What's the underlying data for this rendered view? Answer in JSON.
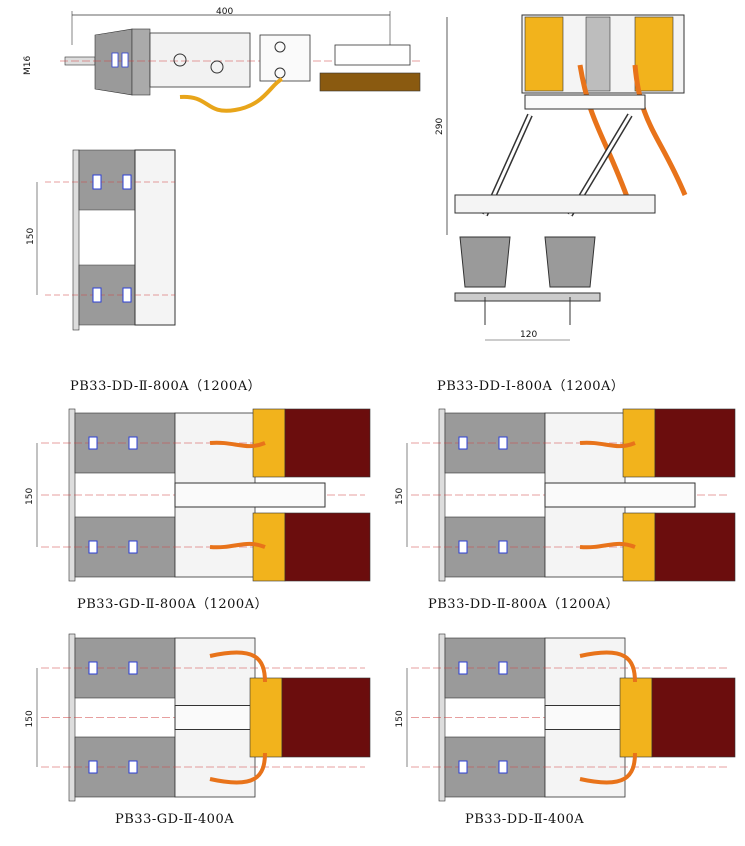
{
  "captions": [
    "PB33-DD-Ⅱ-800A（1200A）",
    "PB33-DD-Ⅰ-800A（1200A）",
    "PB33-GD-Ⅱ-800A（1200A）",
    "PB33-DD-Ⅱ-800A（1200A）",
    "PB33-GD-Ⅱ-400A",
    "PB33-DD-Ⅱ-400A"
  ],
  "dimensions": {
    "top_width": "400",
    "thread": "M16",
    "side_spacing": "150",
    "iso_height": "290",
    "iso_spacing": "120",
    "row_spacing": "150"
  },
  "colors": {
    "busbar_dark": "#6b0d0d",
    "busbar_yellow": "#f2b31c",
    "cable_orange": "#e8731a",
    "insulator_gray": "#9a9a9a",
    "line": "#333333",
    "centerline": "#d04040",
    "bolt_blue": "#2b3fd6"
  }
}
